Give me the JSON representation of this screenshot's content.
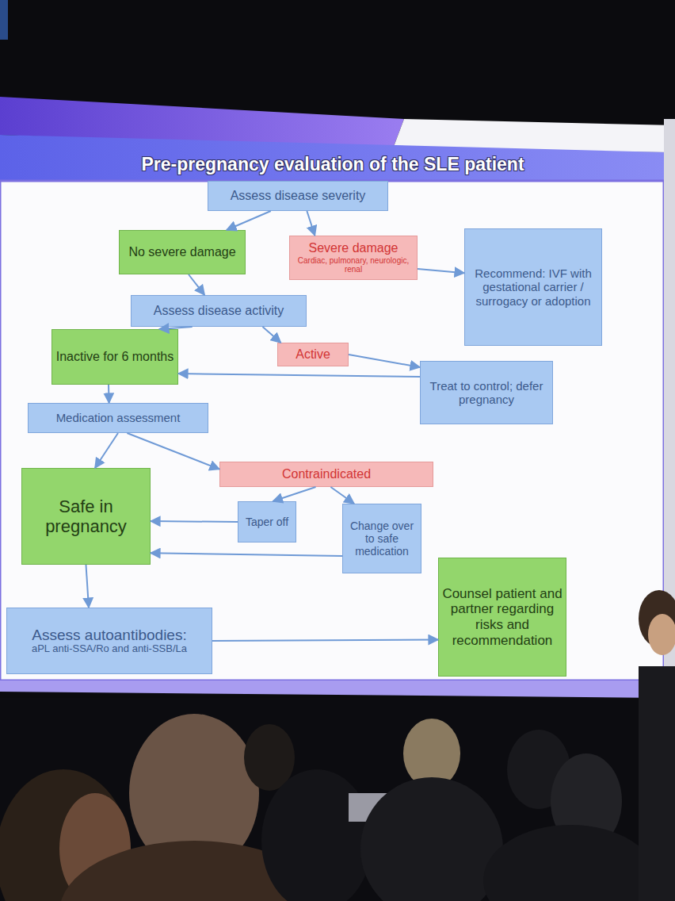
{
  "diagram": {
    "title": "Pre-pregnancy evaluation of the SLE patient",
    "nodes": [
      {
        "text": [
          "Assess disease severity"
        ]
      },
      {
        "text": [
          "No severe damage"
        ]
      },
      {
        "text": [
          "Severe damage",
          "Cardiac, pulmonary, neurologic, renal"
        ]
      },
      {
        "text": [
          "Recommend: IVF with gestational carrier / surrogacy or adoption"
        ]
      },
      {
        "text": [
          "Assess disease activity"
        ]
      },
      {
        "text": [
          "Inactive for 6 months"
        ]
      },
      {
        "text": [
          "Active"
        ]
      },
      {
        "text": [
          "Treat to control; defer pregnancy"
        ]
      },
      {
        "text": [
          "Medication assessment"
        ]
      },
      {
        "text": [
          "Safe in pregnancy"
        ]
      },
      {
        "text": [
          "Contraindicated"
        ]
      },
      {
        "text": [
          "Taper off"
        ]
      },
      {
        "text": [
          "Change over to safe medication"
        ]
      },
      {
        "text": [
          "Assess autoantibodies:",
          "aPL anti-SSA/Ro and anti-SSB/La"
        ]
      },
      {
        "text": [
          "Counsel patient and partner regarding risks and recommendation"
        ]
      }
    ],
    "edges": [
      {
        "from": 0,
        "to": 1,
        "arrow": "to"
      },
      {
        "from": 0,
        "to": 2,
        "arrow": "to"
      },
      {
        "from": 2,
        "to": 3,
        "arrow": "to"
      },
      {
        "from": 1,
        "to": 4,
        "arrow": "to"
      },
      {
        "from": 4,
        "to": 5,
        "arrow": "to"
      },
      {
        "from": 4,
        "to": 6,
        "arrow": "to"
      },
      {
        "from": 6,
        "to": 7,
        "arrow": "to"
      },
      {
        "from": 7,
        "to": 5,
        "arrow": "to"
      },
      {
        "from": 5,
        "to": 8,
        "arrow": "to"
      },
      {
        "from": 8,
        "to": 9,
        "arrow": "to"
      },
      {
        "from": 8,
        "to": 10,
        "arrow": "to"
      },
      {
        "from": 10,
        "to": 11,
        "arrow": "to"
      },
      {
        "from": 10,
        "to": 12,
        "arrow": "to"
      },
      {
        "from": 11,
        "to": 9,
        "arrow": "to"
      },
      {
        "from": 12,
        "to": 9,
        "arrow": "to"
      },
      {
        "from": 9,
        "to": 13,
        "arrow": "to"
      },
      {
        "from": 13,
        "to": 14,
        "arrow": "to"
      }
    ]
  }
}
